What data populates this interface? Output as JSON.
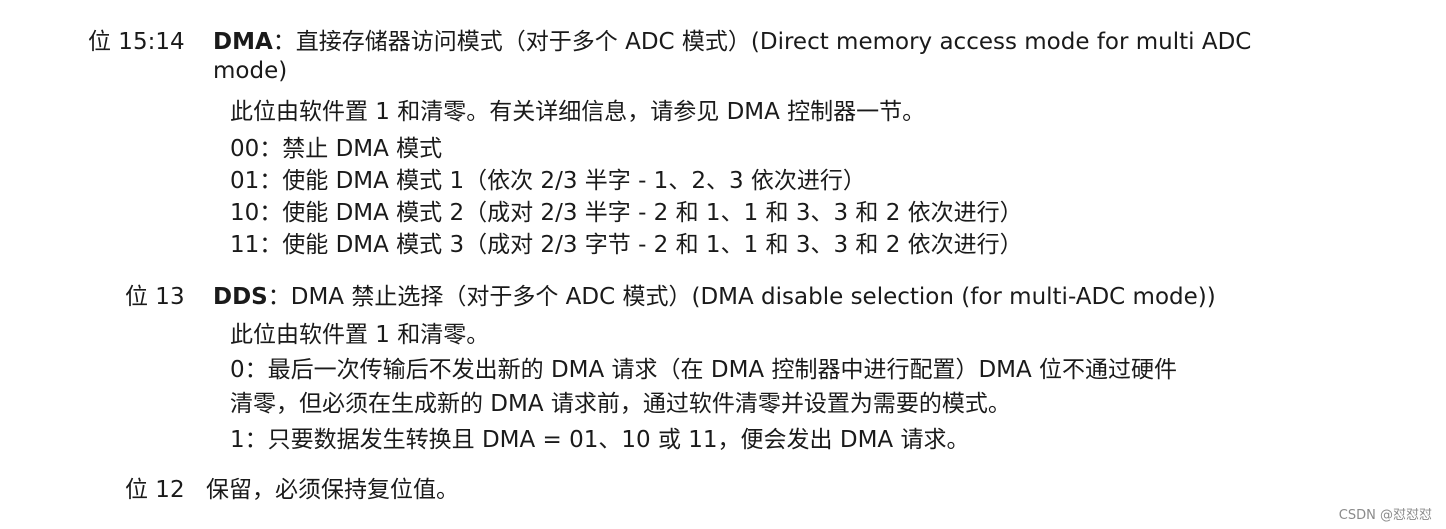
{
  "bit1514": {
    "label": "位 15:14",
    "name": "DMA",
    "colon": "：",
    "title_line1": "直接存储器访问模式（对于多个 ADC 模式）(Direct memory access mode for multi ADC",
    "title_line2": "mode)",
    "desc": "此位由软件置 1 和清零。有关详细信息，请参见 DMA 控制器一节。",
    "options": [
      "00：禁止 DMA 模式",
      "01：使能 DMA 模式 1（依次 2/3 半字 - 1、2、3 依次进行）",
      "10：使能 DMA 模式 2（成对 2/3 半字 - 2 和 1、1 和 3、3 和 2 依次进行）",
      "11：使能 DMA 模式 3（成对 2/3 字节 - 2 和 1、1 和 3、3 和 2 依次进行）"
    ]
  },
  "bit13": {
    "label": "位 13",
    "name": "DDS",
    "colon": "：",
    "title": "DMA 禁止选择（对于多个 ADC 模式）(DMA disable selection (for multi-ADC mode))",
    "desc": "此位由软件置 1 和清零。",
    "opt0_line1": "0：最后一次传输后不发出新的 DMA 请求（在 DMA 控制器中进行配置）DMA 位不通过硬件",
    "opt0_line2": "清零，但必须在生成新的 DMA 请求前，通过软件清零并设置为需要的模式。",
    "opt1": "1：只要数据发生转换且 DMA = 01、10 或 11，便会发出 DMA 请求。"
  },
  "bit12": {
    "label": "位 12",
    "text": "保留，必须保持复位值。"
  },
  "watermark": "CSDN @怼怼怼"
}
